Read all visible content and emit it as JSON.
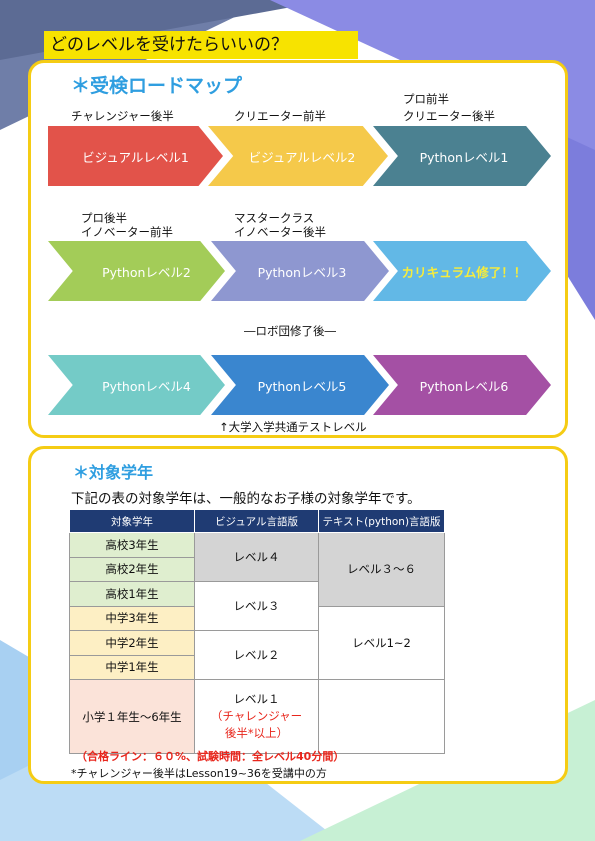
{
  "page_title": "どのレベルを受けたらいいの？",
  "roadmap": {
    "heading": "＊受検ロードマップ",
    "rows": [
      {
        "annotations": [
          [
            "チャレンジャー後半"
          ],
          [
            "クリエーター前半"
          ],
          [
            "プロ前半",
            "クリエーター後半"
          ]
        ],
        "steps": [
          {
            "label": "ビジュアルレベル1",
            "color": "#e2534a",
            "text_color": "#ffffff"
          },
          {
            "label": "ビジュアルレベル2",
            "color": "#f5c94a",
            "text_color": "#ffffff"
          },
          {
            "label": "Pythonレベル1",
            "color": "#4b8191",
            "text_color": "#ffffff"
          }
        ]
      },
      {
        "annotations": [
          [
            "プロ後半",
            "イノベーター前半"
          ],
          [
            "マスタークラス",
            "イノベーター後半"
          ],
          []
        ],
        "steps": [
          {
            "label": "Pythonレベル2",
            "color": "#a3cc58",
            "text_color": "#ffffff"
          },
          {
            "label": "Pythonレベル3",
            "color": "#8e97d0",
            "text_color": "#ffffff"
          },
          {
            "label": "カリキュラム修了！！",
            "color": "#62b8e6",
            "text_color": "#f6ec3c"
          }
        ]
      },
      {
        "annotations": [
          [],
          [],
          []
        ],
        "steps": [
          {
            "label": "Pythonレベル4",
            "color": "#74cbc7",
            "text_color": "#ffffff"
          },
          {
            "label": "Pythonレベル5",
            "color": "#3a86cf",
            "text_color": "#ffffff"
          },
          {
            "label": "Pythonレベル6",
            "color": "#a450a4",
            "text_color": "#ffffff"
          }
        ]
      }
    ],
    "robot_note": "―ロボ団修了後―",
    "univ_note": "↑大学入学共通テストレベル"
  },
  "target": {
    "heading": "＊対象学年",
    "intro": "下記の表の対象学年は、一般的なお子様の対象学年です。",
    "table": {
      "headers": [
        "対象学年",
        "ビジュアル言語版",
        "テキスト(python)言語版"
      ],
      "grades": [
        "高校3年生",
        "高校2年生",
        "高校1年生",
        "中学3年生",
        "中学2年生",
        "中学1年生",
        "小学１年生〜6年生"
      ],
      "visual": [
        "レベル４",
        "レベル３",
        "レベル２"
      ],
      "visual_elem": {
        "main": "レベル１",
        "sub1": "（チャレンジャー",
        "sub2": "後半*以上）"
      },
      "text": [
        "レベル３〜６",
        "レベル1~2",
        ""
      ]
    },
    "pass_line": "（合格ライン：６０%、試験時間：全レベル40分間）",
    "footnote": "*チャレンジャー後半はLesson19~36を受講中の方"
  }
}
